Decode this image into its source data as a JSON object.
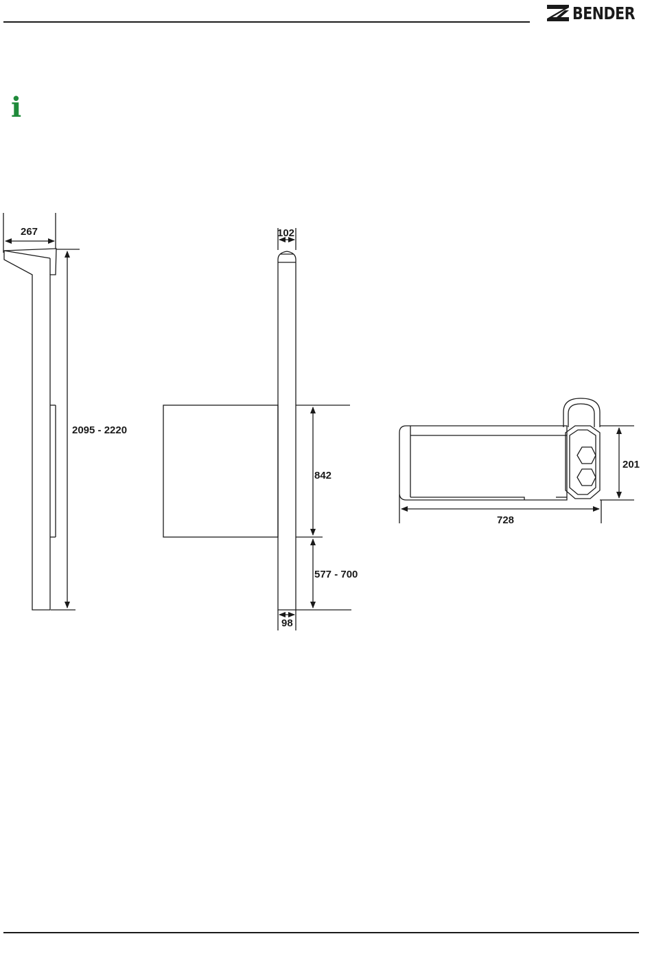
{
  "header": {
    "brand": "BENDER"
  },
  "drawing": {
    "side_view": {
      "depth": "267",
      "height": "2095 - 2220"
    },
    "front_view": {
      "top_width": "102",
      "bottom_width": "98",
      "panel_height": "842",
      "mount_height": "577 - 700"
    },
    "top_view": {
      "width": "728",
      "depth": "201"
    }
  },
  "colors": {
    "info_icon": "#1f8a3a",
    "line": "#1a1a1a"
  }
}
